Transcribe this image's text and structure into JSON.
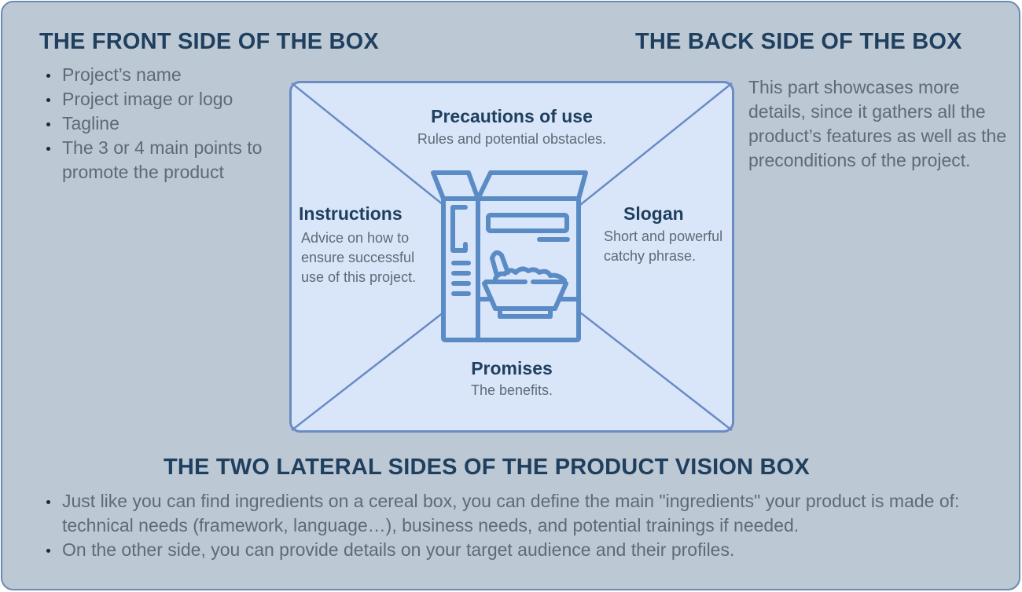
{
  "colors": {
    "background": "#bcc8d4",
    "border": "#6a8bb0",
    "heading": "#1f3f5e",
    "body_text": "#5f6a76",
    "box_fill": "#d9e6fa",
    "box_stroke": "#6a8bc3",
    "icon_stroke": "#5b8bc5"
  },
  "front": {
    "heading": "THE FRONT SIDE OF THE BOX",
    "items": [
      "Project’s name",
      "Project image or logo",
      "Tagline",
      "The 3 or 4 main points to promote the product"
    ]
  },
  "back": {
    "heading": "THE BACK SIDE OF THE BOX",
    "text": "This part showcases more details, since it gathers all the product’s features as well as the preconditions of the project."
  },
  "vision_box": {
    "icon": "cereal-box-icon",
    "top": {
      "title": "Precautions of use",
      "desc": "Rules and potential obstacles."
    },
    "left": {
      "title": "Instructions",
      "desc": "Advice on how to ensure successful use of this project."
    },
    "right": {
      "title": "Slogan",
      "desc": "Short and powerful catchy phrase."
    },
    "bottom": {
      "title": "Promises",
      "desc": "The benefits."
    }
  },
  "lateral": {
    "heading": "THE TWO LATERAL SIDES OF THE PRODUCT VISION BOX",
    "items": [
      "Just like you can find ingredients on a cereal box, you can define the main \"ingredients\" your product is made of: technical needs (framework, language…), business needs, and potential trainings if needed.",
      "On the other side, you can provide details on your target audience and their profiles."
    ]
  }
}
